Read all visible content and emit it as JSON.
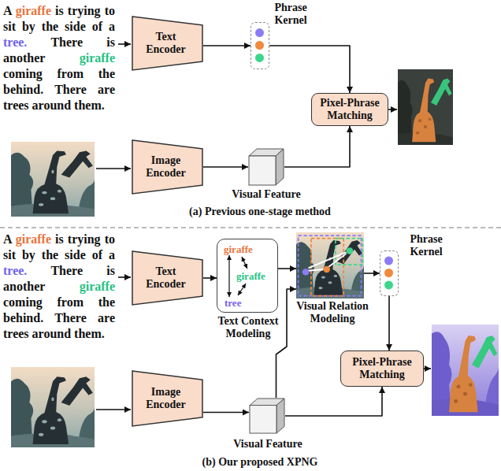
{
  "diagram": {
    "nodes": [
      {
        "text": [
          "Text Encoder"
        ]
      },
      {
        "text": [
          "Phrase Kernel"
        ]
      },
      {
        "text": [
          "Pixel-Phrase Matching"
        ]
      },
      {
        "text": [
          "Image Encoder"
        ]
      },
      {
        "text": [
          "Visual Feature"
        ]
      },
      {
        "text": [
          "Text Encoder"
        ]
      },
      {
        "text": [
          "Text Context Modeling"
        ]
      },
      {
        "text": [
          "giraffe"
        ],
        "in": 6
      },
      {
        "text": [
          "giraffe"
        ],
        "in": 6
      },
      {
        "text": [
          "tree"
        ],
        "in": 6
      },
      {
        "text": [
          "Visual Relation Modeling"
        ]
      },
      {
        "text": [
          "Phrase Kernel"
        ]
      },
      {
        "text": [
          "Pixel-Phrase Matching"
        ]
      },
      {
        "text": [
          "Image Encoder"
        ]
      },
      {
        "text": [
          "Visual Feature"
        ]
      }
    ],
    "edges": [
      {
        "from": 0,
        "to": 1,
        "arrow": "to"
      },
      {
        "from": 1,
        "to": 2,
        "arrow": "to"
      },
      {
        "from": 3,
        "to": 4,
        "arrow": "to"
      },
      {
        "from": 4,
        "to": 2,
        "arrow": "to"
      },
      {
        "from": 5,
        "to": 6,
        "arrow": "to"
      },
      {
        "from": 6,
        "to": 10,
        "arrow": "to"
      },
      {
        "from": 10,
        "to": 11,
        "arrow": "to"
      },
      {
        "from": 11,
        "to": 12,
        "arrow": "to"
      },
      {
        "from": 13,
        "to": 14,
        "arrow": "to"
      },
      {
        "from": 14,
        "to": 10,
        "arrow": "to"
      },
      {
        "from": 14,
        "to": 12,
        "arrow": "to"
      },
      {
        "from": 7,
        "to": 8,
        "arrow": "both"
      },
      {
        "from": 7,
        "to": 9,
        "arrow": "both"
      },
      {
        "from": 9,
        "to": 8,
        "arrow": "both"
      }
    ],
    "labels": [
      "A",
      "giraffe",
      "is trying to sit by the side of a",
      "tree.",
      "There is another",
      "giraffe",
      "coming from the behind. There are trees around them.",
      "(a) Previous one-stage method",
      "A",
      "giraffe",
      "is trying to sit by the side of a",
      "tree.",
      "There is another",
      "giraffe",
      "coming from the behind. There are trees around them.",
      "(b) Our proposed XPNG"
    ]
  }
}
